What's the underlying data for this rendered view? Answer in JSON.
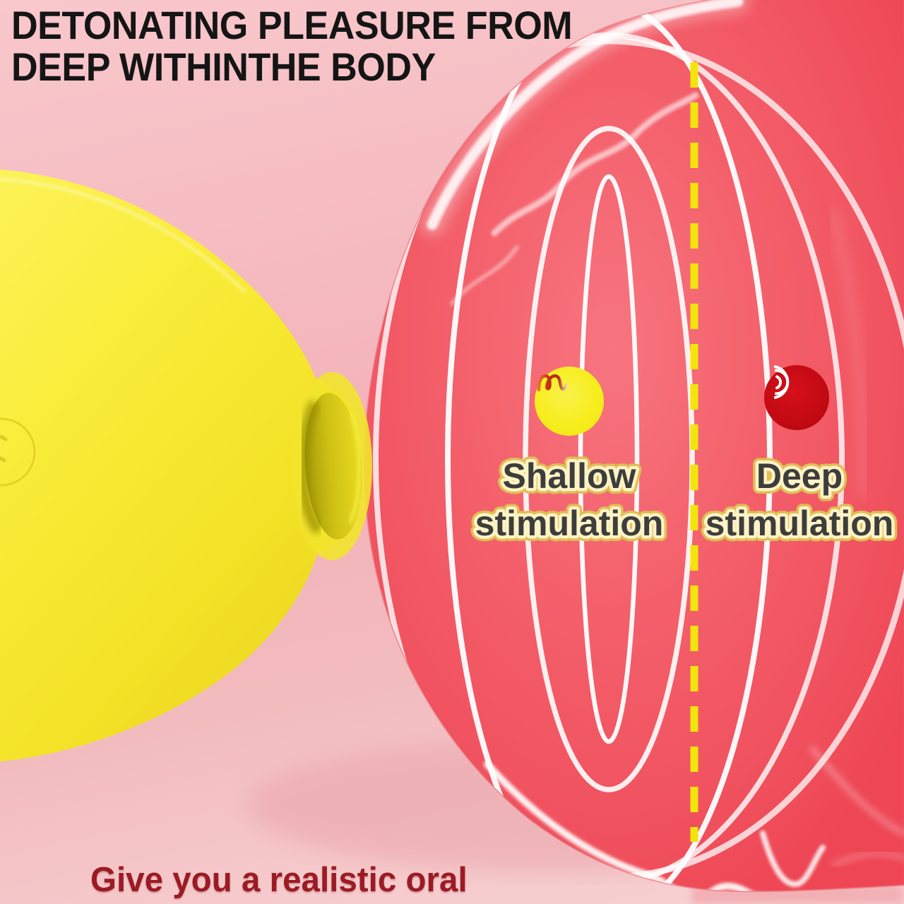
{
  "header": {
    "title_line1": "DETONATING PLEASURE FROM",
    "title_line2": "DEEP WITHINTHE BODY",
    "color": "#151515"
  },
  "diagram": {
    "divider": {
      "style": "dashed",
      "color": "#f3e40c"
    },
    "zones": [
      {
        "name": "shallow",
        "icon": "pulse-wave-icon",
        "icon_bg": "#f7ee1e",
        "icon_glyph_color": "#c83218",
        "label_line1": "Shallow",
        "label_line2": "stimulation"
      },
      {
        "name": "deep",
        "icon": "ripple-arcs-icon",
        "icon_bg": "#c30a13",
        "icon_glyph_color": "#ffffff",
        "label_line1": "Deep",
        "label_line2": "stimulation"
      }
    ],
    "label_text_color": "#3d3d3b",
    "label_outline_color": "#fdf3c6",
    "sphere_color": "#f25964",
    "device_color": "#f8ec33",
    "background_color": "#f6c3c7"
  },
  "footer": {
    "caption": "Give you a realistic oral",
    "color": "#9b1b24"
  }
}
